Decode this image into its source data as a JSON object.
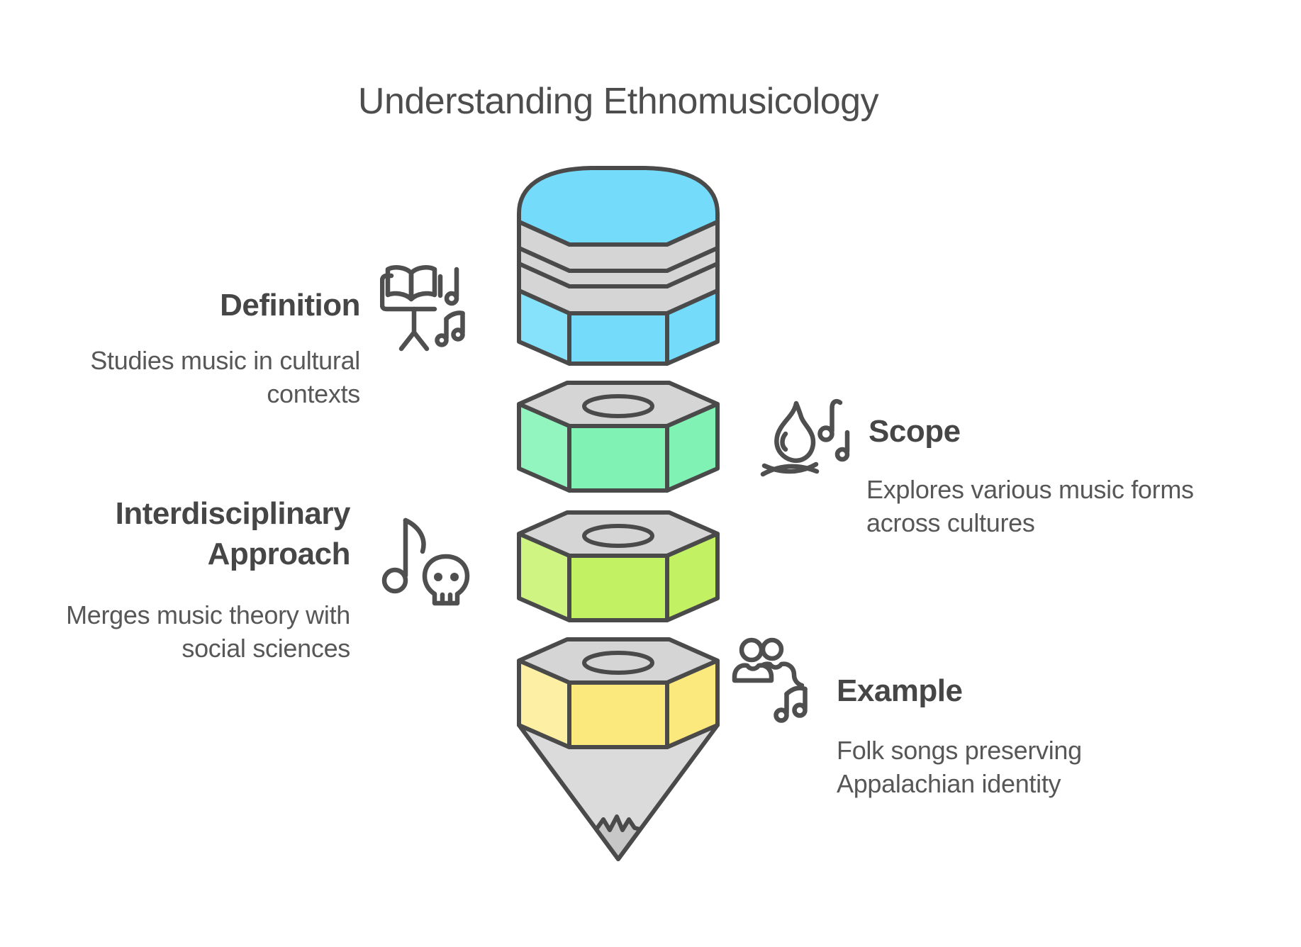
{
  "title": "Understanding Ethnomusicology",
  "sections": [
    {
      "heading": "Definition",
      "description": "Studies music in cultural contexts",
      "icon": "music-book-stand",
      "side": "left"
    },
    {
      "heading": "Scope",
      "description": "Explores various music forms across cultures",
      "icon": "campfire-with-music-notes",
      "side": "right"
    },
    {
      "heading": "Interdisciplinary Approach",
      "description": "Merges music theory with social sciences",
      "icon": "music-note-and-skull",
      "side": "left"
    },
    {
      "heading": "Example",
      "description": "Folk songs preserving Appalachian identity",
      "icon": "people-with-music-notes",
      "side": "right"
    }
  ],
  "pencil": {
    "colors": {
      "outline": "#4A4A4A",
      "blue": "#74DBFA",
      "blue_light": "#86E1FB",
      "green": "#80F2B4",
      "green_light": "#92F5C0",
      "lime": "#C2F164",
      "lime_light": "#CFF482",
      "yellow": "#FCE97D",
      "yellow_light": "#FDEFA3",
      "gray": "#D5D5D5",
      "cone": "#DBDBDB",
      "cone_tip": "#C7C7C7",
      "icon": "#4F4F4F"
    },
    "segments": [
      {
        "label": "eraser-cap",
        "color": "blue"
      },
      {
        "label": "ferrule-bands",
        "color": "gray"
      },
      {
        "label": "upper-body",
        "color": "blue"
      },
      {
        "label": "definition-segment",
        "color": "blue"
      },
      {
        "label": "scope-segment",
        "color": "green"
      },
      {
        "label": "interdisciplinary-segment",
        "color": "lime"
      },
      {
        "label": "example-segment",
        "color": "yellow"
      },
      {
        "label": "tip",
        "color": "gray"
      }
    ],
    "text_colors": {
      "title": "#4D4D4D",
      "heading": "#464646",
      "body": "#575757"
    }
  }
}
